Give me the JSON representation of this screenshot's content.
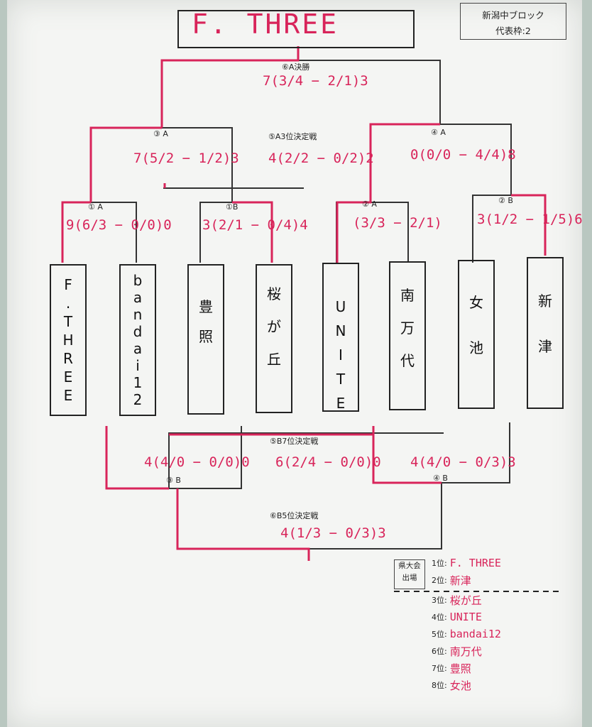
{
  "winner_banner": "F. THREE",
  "block_info": {
    "line1": "新潟中ブロック",
    "line2": "代表枠:2"
  },
  "teams": [
    {
      "name": "F. THREE",
      "chars": [
        "F",
        ".",
        "T",
        "H",
        "R",
        "E",
        "E"
      ]
    },
    {
      "name": "bandai12",
      "chars": [
        "b",
        "a",
        "n",
        "d",
        "a",
        "i",
        "1",
        "2"
      ]
    },
    {
      "name": "豊照",
      "chars": [
        "豊",
        "照"
      ]
    },
    {
      "name": "桜が丘",
      "chars": [
        "桜",
        "が",
        "丘"
      ]
    },
    {
      "name": "UNITE",
      "chars": [
        "U",
        "N",
        "I",
        "T",
        "E"
      ]
    },
    {
      "name": "南万代",
      "chars": [
        "南",
        "万",
        "代"
      ]
    },
    {
      "name": "女池",
      "chars": [
        "女",
        "池"
      ]
    },
    {
      "name": "新津",
      "chars": [
        "新",
        "津"
      ]
    }
  ],
  "matches": {
    "a_final": {
      "label": "⑥A決勝",
      "score": "7(3/4 − 2/1)3"
    },
    "a_semi_left": {
      "label": "③ A",
      "score": "7(5/2 − 1/2)3"
    },
    "a_third": {
      "label": "⑤A3位決定戦",
      "score": "4(2/2 − 0/2)2"
    },
    "a_semi_right": {
      "label": "④ A",
      "score": "0(0/0 − 4/4)8"
    },
    "r1_1a": {
      "label": "① A",
      "score": "9(6/3 − 0/0)0"
    },
    "r1_1b": {
      "label": "①B",
      "score": "3(2/1 − 0/4)4"
    },
    "r1_2a": {
      "label": "② A",
      "score": "(3/3 − 2/1)"
    },
    "r1_2b": {
      "label": "② B",
      "score": "3(1/2 − 1/5)6"
    },
    "b_left": {
      "label": "③ B",
      "score": "4(4/0 − 0/0)0"
    },
    "b_seventh": {
      "label": "⑤B7位決定戦",
      "score": "6(2/4 − 0/0)0"
    },
    "b_right": {
      "label": "④ B",
      "score": "4(4/0 − 0/3)3"
    },
    "b_fifth": {
      "label": "⑥B5位決定戦",
      "score": "4(1/3 − 0/3)3"
    }
  },
  "prefectural_box": {
    "line1": "県大会",
    "line2": "出場"
  },
  "rankings": [
    {
      "place": "1位:",
      "team": "F. THREE"
    },
    {
      "place": "2位:",
      "team": "新津"
    },
    {
      "place": "3位:",
      "team": "桜が丘"
    },
    {
      "place": "4位:",
      "team": "UNITE"
    },
    {
      "place": "5位:",
      "team": "bandai12"
    },
    {
      "place": "6位:",
      "team": "南万代"
    },
    {
      "place": "7位:",
      "team": "豊照"
    },
    {
      "place": "8位:",
      "team": "女池"
    }
  ],
  "colors": {
    "paper": "#f4f5f3",
    "ink": "#222222",
    "red_pen": "#d8245a",
    "background": "#b9c7c0"
  }
}
